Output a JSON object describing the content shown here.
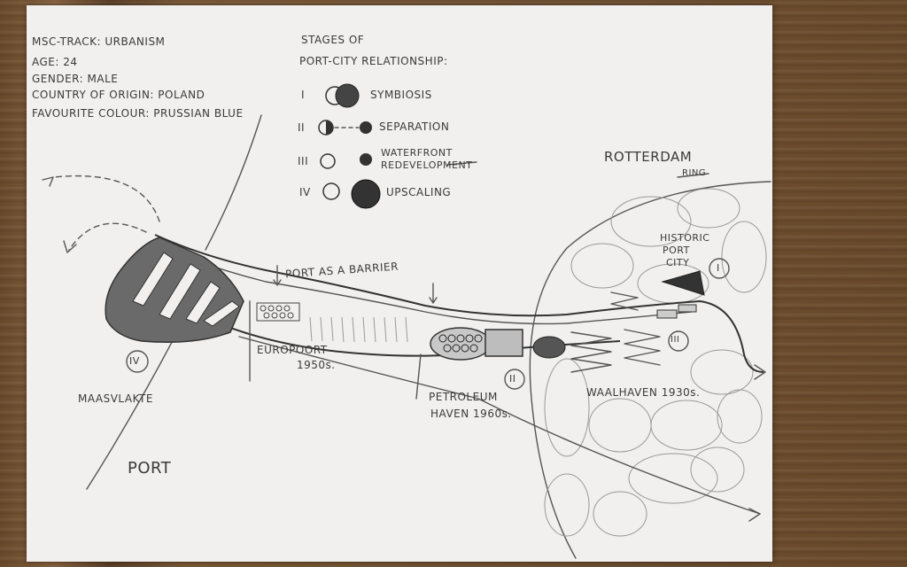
{
  "profile": {
    "track": "MSC-TRACK: URBANISM",
    "age": "AGE: 24",
    "gender": "GENDER: MALE",
    "country": "COUNTRY OF ORIGIN: POLAND",
    "colour": "FAVOURITE COLOUR: PRUSSIAN BLUE"
  },
  "legend": {
    "title_line1": "STAGES OF",
    "title_line2": "PORT-CITY RELATIONSHIP:",
    "stages": [
      {
        "numeral": "I",
        "label": "SYMBIOSIS"
      },
      {
        "numeral": "II",
        "label": "SEPARATION"
      },
      {
        "numeral": "III",
        "label_line1": "WATERFRONT",
        "label_line2": "REDEVELOPMENT"
      },
      {
        "numeral": "IV",
        "label": "UPSCALING"
      }
    ]
  },
  "map_labels": {
    "rotterdam": "ROTTERDAM",
    "ring": "RING",
    "historic_line1": "HISTORIC",
    "historic_line2": "PORT",
    "historic_line3": "CITY",
    "barrier": "PORT AS A BARRIER",
    "europoort": "EUROPOORT",
    "europoort_year": "1950s.",
    "petroleum_line1": "PETROLEUM",
    "petroleum_line2": "HAVEN 1960s.",
    "waalhaven": "WAALHAVEN 1930s.",
    "maasvlakte": "MAASVLAKTE",
    "port": "PORT",
    "marker_i": "I",
    "marker_ii": "II",
    "marker_iii": "III",
    "marker_iv": "IV"
  },
  "colors": {
    "paper": "#f1f0ee",
    "pencil": "#555555"
  }
}
